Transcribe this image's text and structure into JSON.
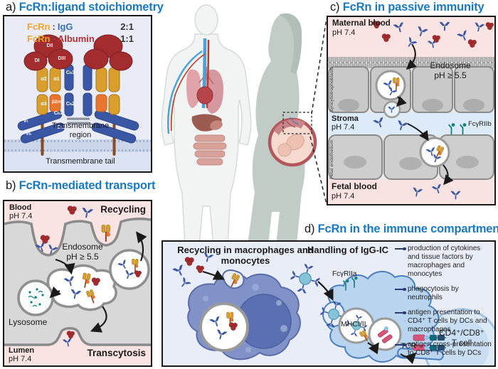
{
  "colors": {
    "accent_blue": "#1b79c0",
    "fcrn_gold": "#d99e2b",
    "igg_blue": "#3a57a5",
    "albumin_red": "#a32c2f",
    "receptor_teal": "#17807d"
  },
  "panel_a": {
    "label": "a)",
    "title": "FcRn:ligand stoichiometry",
    "stoich": {
      "row1_receptor": "FcRn",
      "row1_sep": ":",
      "row1_ligand": "IgG",
      "row1_ratio": "2:1",
      "row2_receptor": "FcRn",
      "row2_sep": ":",
      "row2_ligand": "Albumin",
      "row2_ratio": "1:1"
    },
    "domains": {
      "dii": "DII",
      "di": "DI",
      "diii": "DIII",
      "a2": "α2",
      "a1": "α1",
      "ch3": "Cₕ3",
      "a3": "α3",
      "b2m": "β2m",
      "ch2": "Cₕ2",
      "ch1_upper": "Cₕ1",
      "vl": "Vₗ",
      "ch1_lower": "Cₕ1",
      "vh": "Vₕ"
    },
    "tm_region": "Transmembrane region",
    "tm_tail": "Transmembrane tail"
  },
  "panel_b": {
    "label": "b)",
    "title": "FcRn-mediated transport",
    "blood_label": "Blood",
    "blood_ph": "pH 7.4",
    "recycling": "Recycling",
    "endosome_label": "Endosome",
    "endosome_ph": "pH ≥ 5.5",
    "lysosome": "Lysosome",
    "lumen_label": "Lumen",
    "lumen_ph": "pH 7.4",
    "transcytosis": "Transcytosis"
  },
  "panel_c": {
    "label": "c)",
    "title": "FcRn in passive immunity",
    "maternal_blood": "Maternal blood",
    "maternal_ph": "pH 7.4",
    "syncytiotrophoblasts": "Syncytiotrophoblasts",
    "endosome_label": "Endosome",
    "endosome_ph": "pH ≥ 5.5",
    "stroma": "Stroma",
    "stroma_ph": "pH 7.4",
    "fcgriib": "FcγRIIb",
    "fetal_endothelium": "Fetal endothelium",
    "fetal_blood": "Fetal blood",
    "fetal_ph": "pH 7.4"
  },
  "panel_d": {
    "label": "d)",
    "title": "FcRn in the immune compartment",
    "heading_recycling": "Recycling in macrophages and monocytes",
    "heading_handling": "Handling of IgG-IC",
    "fcgriia": "FcγRIIa",
    "mhc": "MHCI/II",
    "tcr": "TCR",
    "tcell_line1": "CD4⁺/CD8⁺",
    "tcell_line2": "T cell",
    "bullets": [
      "production of cytokines and tissue factors by macrophages and monocytes",
      "phagocytosis by neutrophils",
      "antigen presentation to CD4⁺ T cells by DCs and macrophages",
      "antigen cross-presentation to CD8⁺ T cells by DCs"
    ]
  }
}
